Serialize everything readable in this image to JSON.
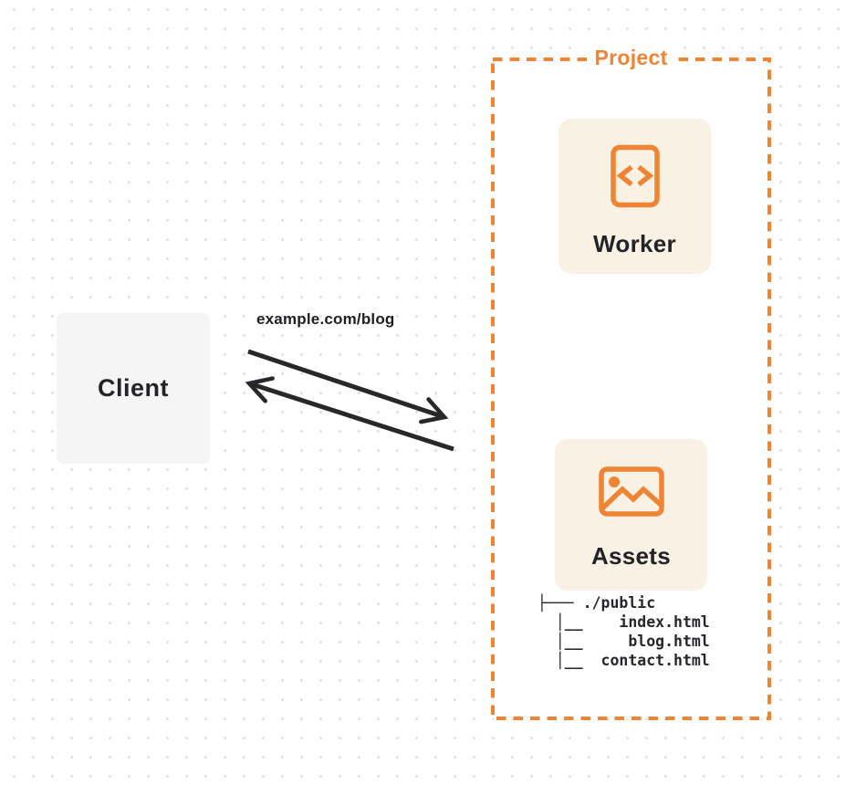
{
  "diagram": {
    "client": {
      "label": "Client"
    },
    "request_url": "example.com/blog",
    "project": {
      "label": "Project",
      "worker": {
        "label": "Worker",
        "icon": "code-file-icon"
      },
      "assets": {
        "label": "Assets",
        "icon": "image-icon"
      },
      "file_tree": [
        "├─── ./public",
        "  │__    index.html",
        "  │__     blog.html",
        "  │__  contact.html"
      ]
    },
    "colors": {
      "accent_orange": "#EE8434",
      "card_background": "#FAF1E5",
      "client_background": "#F5F5F6",
      "arrow_black": "#28282B",
      "dot_grid": "#E3E3E6"
    }
  }
}
